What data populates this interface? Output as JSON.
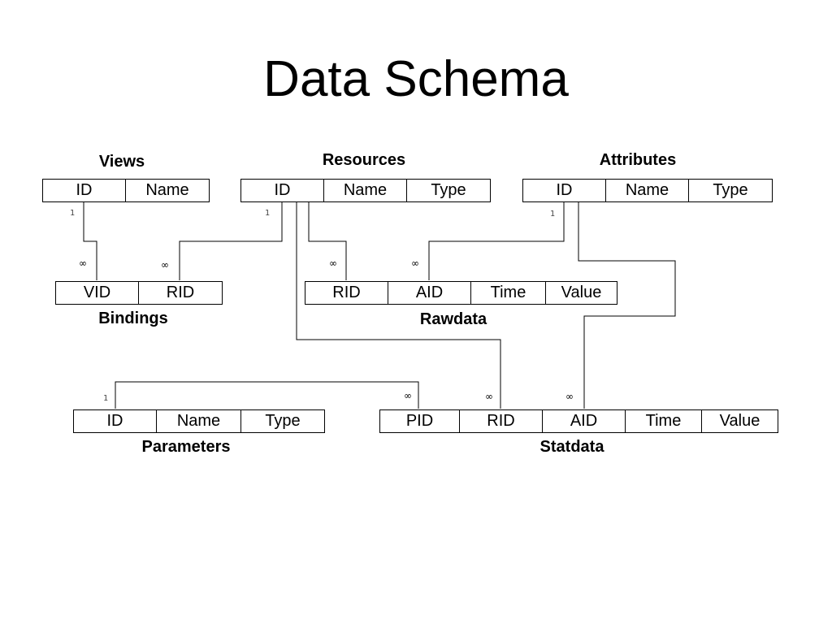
{
  "title": "Data Schema",
  "tables": {
    "views": {
      "name": "Views",
      "columns": [
        "ID",
        "Name"
      ]
    },
    "resources": {
      "name": "Resources",
      "columns": [
        "ID",
        "Name",
        "Type"
      ]
    },
    "attributes": {
      "name": "Attributes",
      "columns": [
        "ID",
        "Name",
        "Type"
      ]
    },
    "bindings": {
      "name": "Bindings",
      "columns": [
        "VID",
        "RID"
      ]
    },
    "rawdata": {
      "name": "Rawdata",
      "columns": [
        "RID",
        "AID",
        "Time",
        "Value"
      ]
    },
    "parameters": {
      "name": "Parameters",
      "columns": [
        "ID",
        "Name",
        "Type"
      ]
    },
    "statdata": {
      "name": "Statdata",
      "columns": [
        "PID",
        "RID",
        "AID",
        "Time",
        "Value"
      ]
    }
  },
  "relationships": [
    {
      "from": "Views.ID",
      "to": "Bindings.VID",
      "one": "1",
      "many": "∞"
    },
    {
      "from": "Resources.ID",
      "to": "Bindings.RID",
      "one": "1",
      "many": "∞"
    },
    {
      "from": "Resources.ID",
      "to": "Rawdata.RID",
      "one": "",
      "many": "∞"
    },
    {
      "from": "Resources.ID",
      "to": "Statdata.RID",
      "one": "",
      "many": "∞"
    },
    {
      "from": "Attributes.ID",
      "to": "Rawdata.AID",
      "one": "1",
      "many": "∞"
    },
    {
      "from": "Attributes.ID",
      "to": "Statdata.AID",
      "one": "",
      "many": "∞"
    },
    {
      "from": "Parameters.ID",
      "to": "Statdata.PID",
      "one": "1",
      "many": "∞"
    }
  ]
}
